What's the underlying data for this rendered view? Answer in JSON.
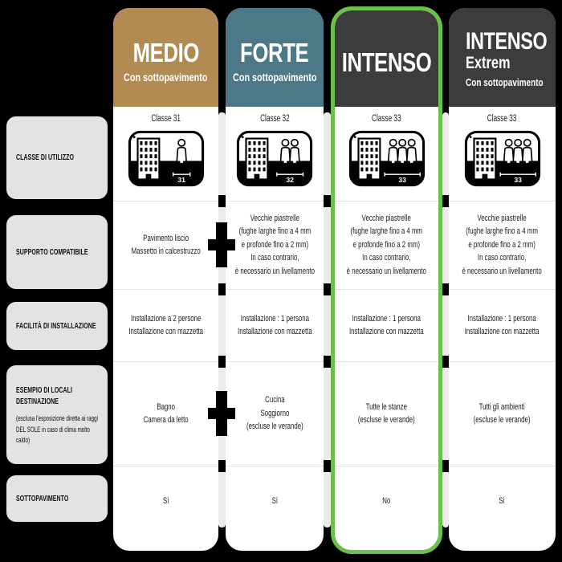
{
  "colors": {
    "medio": "#b18b51",
    "forte": "#4d7888",
    "intenso": "#3c3c3c",
    "highlight": "#6cc04a",
    "label_bg": "#e3e3e3"
  },
  "icons": {
    "plus": "+"
  },
  "row_labels": [
    {
      "title": "CLASSE DI UTILIZZO",
      "note": ""
    },
    {
      "title": "SUPPORTO COMPATIBILE",
      "note": ""
    },
    {
      "title": "FACILITÀ DI INSTALLAZIONE",
      "note": ""
    },
    {
      "title": "ESEMPIO DI LOCALI DESTINAZIONE",
      "note": "(esclusa l'esposizione diretta ai raggi DEL SOLE in caso di clima molto caldo)"
    },
    {
      "title": "SOTTOPAVIMENTO",
      "note": ""
    }
  ],
  "columns": [
    {
      "header": {
        "title": "MEDIO",
        "variant": "",
        "subtitle": "Con sottopavimento"
      },
      "highlighted": false,
      "classe": {
        "label": "Classe 31",
        "value": "31",
        "persons": 1
      },
      "supporto": "Pavimento liscio\nMassetto in calcestruzzo",
      "installazione": "Installazione a 2 persone\nInstallazione con mazzetta",
      "locali": "Bagno\nCamera da letto",
      "sottopavimento": "Sì"
    },
    {
      "header": {
        "title": "FORTE",
        "variant": "",
        "subtitle": "Con sottopavimento"
      },
      "highlighted": false,
      "classe": {
        "label": "Classe 32",
        "value": "32",
        "persons": 2
      },
      "supporto": "Vecchie piastrelle\n(fughe larghe fino a 4 mm\ne profonde fino a 2 mm)\nIn caso contrario,\nè necessario un livellamento",
      "installazione": "Installazione : 1 persona\nInstallazione con mazzetta",
      "locali": "Cucina\nSoggiorno\n(escluse le verande)",
      "sottopavimento": "Sì"
    },
    {
      "header": {
        "title": "INTENSO",
        "variant": "",
        "subtitle": ""
      },
      "highlighted": true,
      "classe": {
        "label": "Classe 33",
        "value": "33",
        "persons": 3
      },
      "supporto": "Vecchie piastrelle\n(fughe larghe fino a 4 mm\ne profonde fino a 2 mm)\nIn caso contrario,\nè necessario un livellamento",
      "installazione": "Installazione : 1 persona\nInstallazione con mazzetta",
      "locali": "Tutte le stanze\n(escluse le verande)",
      "sottopavimento": "No"
    },
    {
      "header": {
        "title": "INTENSO",
        "variant": "Extrem",
        "subtitle": "Con sottopavimento"
      },
      "highlighted": false,
      "classe": {
        "label": "Classe 33",
        "value": "33",
        "persons": 3
      },
      "supporto": "Vecchie piastrelle\n(fughe larghe fino a 4 mm\ne profonde fino a 2 mm)\nIn caso contrario,\nè necessario un livellamento",
      "installazione": "Installazione : 1 persona\nInstallazione con mazzetta",
      "locali": "Tutti gli ambienti\n(escluse le verande)",
      "sottopavimento": "Sì"
    }
  ]
}
